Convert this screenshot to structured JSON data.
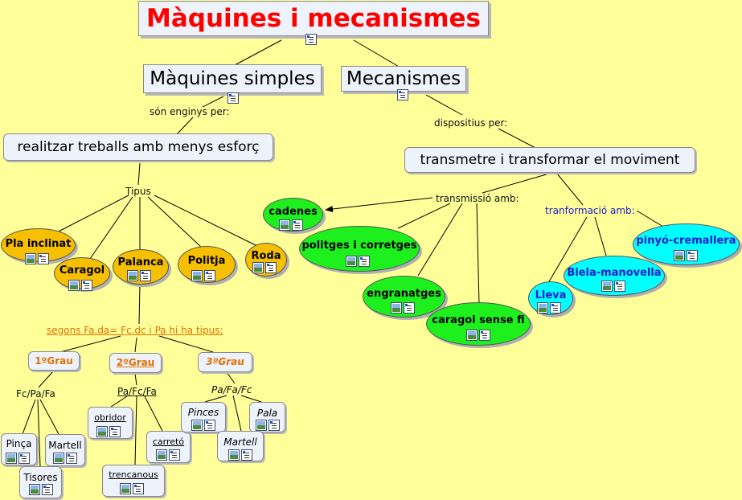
{
  "title": "Màquines i mecanismes",
  "simple": "Màquines simples",
  "mechanisms": "Mecanismes",
  "link_enginys": "són enginys per:",
  "link_dispositius": "dispositius per:",
  "work_less": "realitzar treballs amb menys esforç",
  "transmit": "transmetre i transformar el moviment",
  "link_tipus": "Tipus",
  "link_transmissio": "transmissió amb:",
  "link_transformacio": "tranformació amb:",
  "simple_types": [
    "Pla inclinat",
    "Caragol",
    "Palanca",
    "Politja",
    "Roda"
  ],
  "transmission_items": [
    "cadenes",
    "politges i corretges",
    "engranatges",
    "caragol sense fi"
  ],
  "transformation_items": [
    "Lleva",
    "Biela-manovella",
    "pinyó-cremallera"
  ],
  "link_segons": "segons Fa.da= Fc.dc i Pa hi ha tipus:",
  "grades": [
    "1ºGrau",
    "2ºGrau",
    "3ºGrau"
  ],
  "grade_formulas": [
    "Fc/Pa/Fa",
    "Pa/Fc/Fa",
    "Pa/Fa/Fc"
  ],
  "grade1_examples": [
    "Pinça",
    "Martell",
    "Tisores"
  ],
  "grade2_examples": [
    "obridor",
    "carretó",
    "trencanous"
  ],
  "grade3_examples": [
    "Pinces",
    "Pala",
    "Martell"
  ],
  "colors": {
    "background": "#ffff99",
    "title": "#ff0000",
    "orange": "#f6c000",
    "green": "#1ef01e",
    "cyan": "#00ffff",
    "orange_text": "#e07000"
  },
  "icon_names": [
    "image-icon",
    "document-icon"
  ]
}
